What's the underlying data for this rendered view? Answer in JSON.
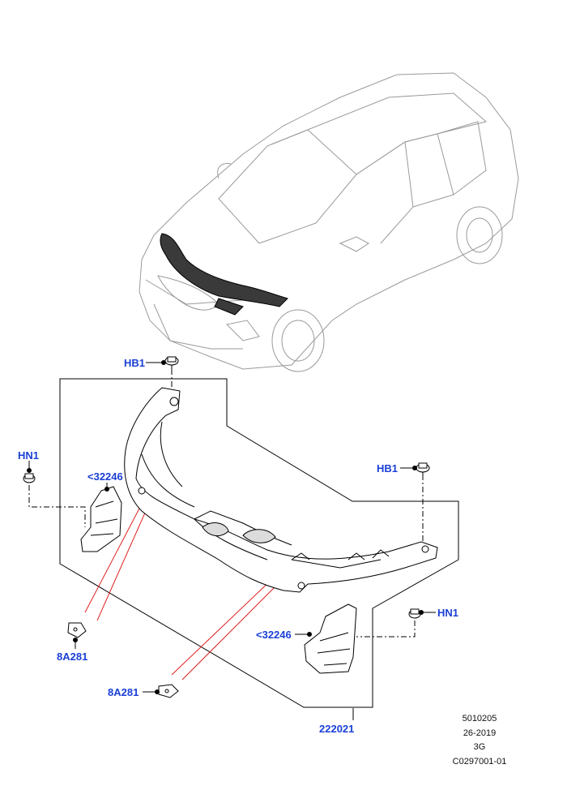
{
  "callouts": {
    "hb1_top": "HB1",
    "hb1_right": "HB1",
    "hn1_left": "HN1",
    "hn1_right": "HN1",
    "bracket_left": "<32246",
    "bracket_right": "<32246",
    "clip_left": "8A281",
    "clip_bottom": "8A281",
    "carrier": "222021"
  },
  "reference": {
    "line1": "5010205",
    "line2": "26-2019",
    "line3": "3G",
    "line4": "C0297001-01"
  },
  "colors": {
    "callout": "#1a3fd6",
    "line": "#000000",
    "leader_red": "#e02020",
    "vehicle_outline": "#9a9a9a"
  }
}
